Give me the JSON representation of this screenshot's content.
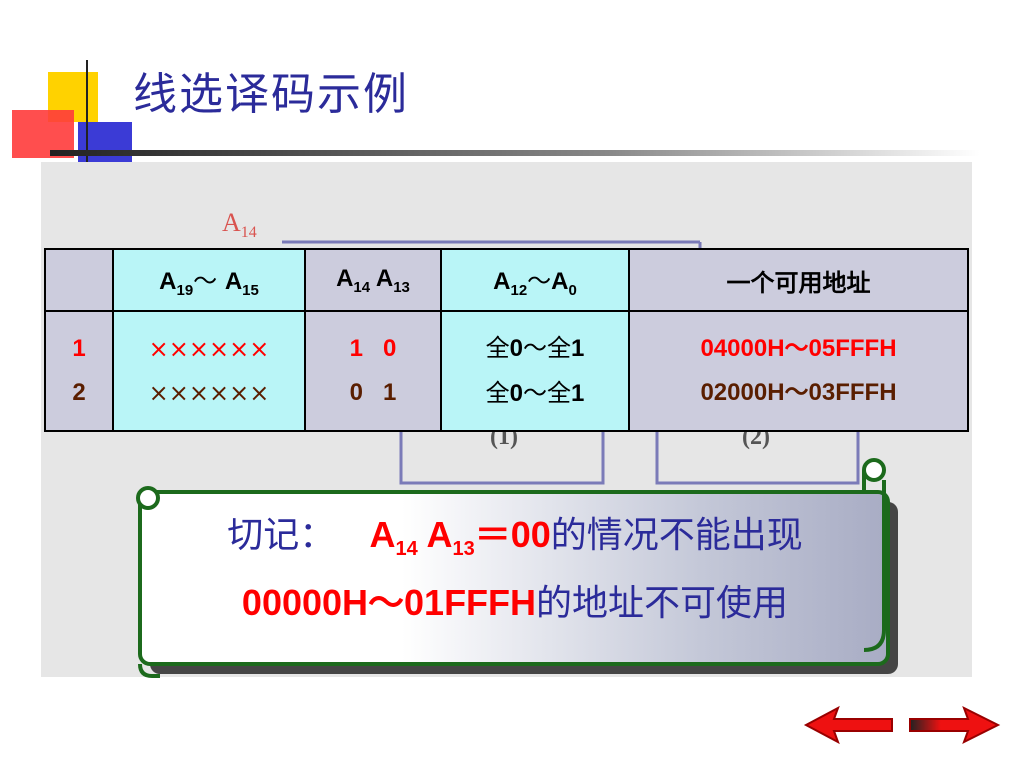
{
  "slide": {
    "title": "线选译码示例",
    "a14_label_main": "A",
    "a14_label_sub": "14",
    "decoder_label_1": "(1)",
    "decoder_label_2": "(2)"
  },
  "table": {
    "headers": {
      "a19_main": "A",
      "a19_sub": "19",
      "a19_sep": "～ ",
      "a15_main": "A",
      "a15_sub": "15",
      "a14_main": "A",
      "a14_sub": "14",
      "a13_main": " A",
      "a13_sub": "13",
      "a12_main": "A",
      "a12_sub": "12",
      "a12_sep": "～",
      "a0_main": "A",
      "a0_sub": "0",
      "addr": "一个可用地址"
    },
    "rows": [
      {
        "num": "1",
        "a19": "××××××",
        "a14": "1   0",
        "a12_pre": "全",
        "a12_v1": "0",
        "a12_mid": "～全",
        "a12_v2": "1",
        "addr": "04000H～05FFFH"
      },
      {
        "num": "2",
        "a19": "××××××",
        "a14": "0   1",
        "a12_pre": "全",
        "a12_v1": "0",
        "a12_mid": "～全",
        "a12_v2": "1",
        "addr": "02000H～03FFFH"
      }
    ]
  },
  "note": {
    "prefix": "切记：   ",
    "a14_main": "A",
    "a14_sub": "14",
    "a13_main": " A",
    "a13_sub": "13",
    "eq": "＝00",
    "line1_end": "的情况不能出现",
    "range": "00000H～01FFFH",
    "line2_end": "的地址不可使用"
  },
  "colors": {
    "title": "#2b2b9a",
    "red": "#ff0000",
    "brown": "#5a1e00",
    "cyan": "#b9f5f7",
    "lavender": "#ccccdd"
  },
  "icons": {
    "prev": "left-arrow-icon",
    "next": "right-arrow-icon"
  }
}
